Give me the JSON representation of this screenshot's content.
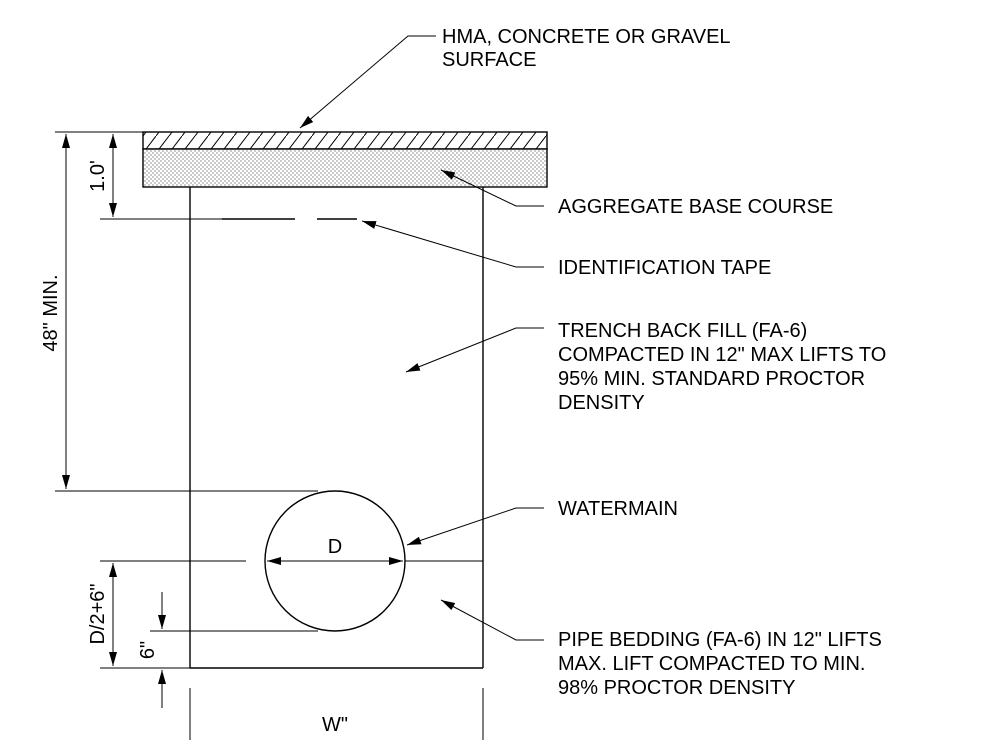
{
  "labels": {
    "surface_line1": "HMA, CONCRETE OR GRAVEL",
    "surface_line2": "SURFACE",
    "aggregate": "AGGREGATE BASE COURSE",
    "tape": "IDENTIFICATION TAPE",
    "backfill_line1": "TRENCH BACK FILL (FA-6)",
    "backfill_line2": "COMPACTED IN 12\" MAX LIFTS TO",
    "backfill_line3": "95% MIN. STANDARD PROCTOR",
    "backfill_line4": "DENSITY",
    "watermain": "WATERMAIN",
    "bedding_line1": "PIPE BEDDING (FA-6) IN 12\" LIFTS",
    "bedding_line2": "MAX. LIFT COMPACTED TO MIN.",
    "bedding_line3": "98% PROCTOR DENSITY"
  },
  "dimensions": {
    "depth_min": "48\" MIN.",
    "surface_depth": "1.0'",
    "pipe_dia": "D",
    "half_dia": "D/2+6\"",
    "bedding": "6\"",
    "width": "W\""
  }
}
